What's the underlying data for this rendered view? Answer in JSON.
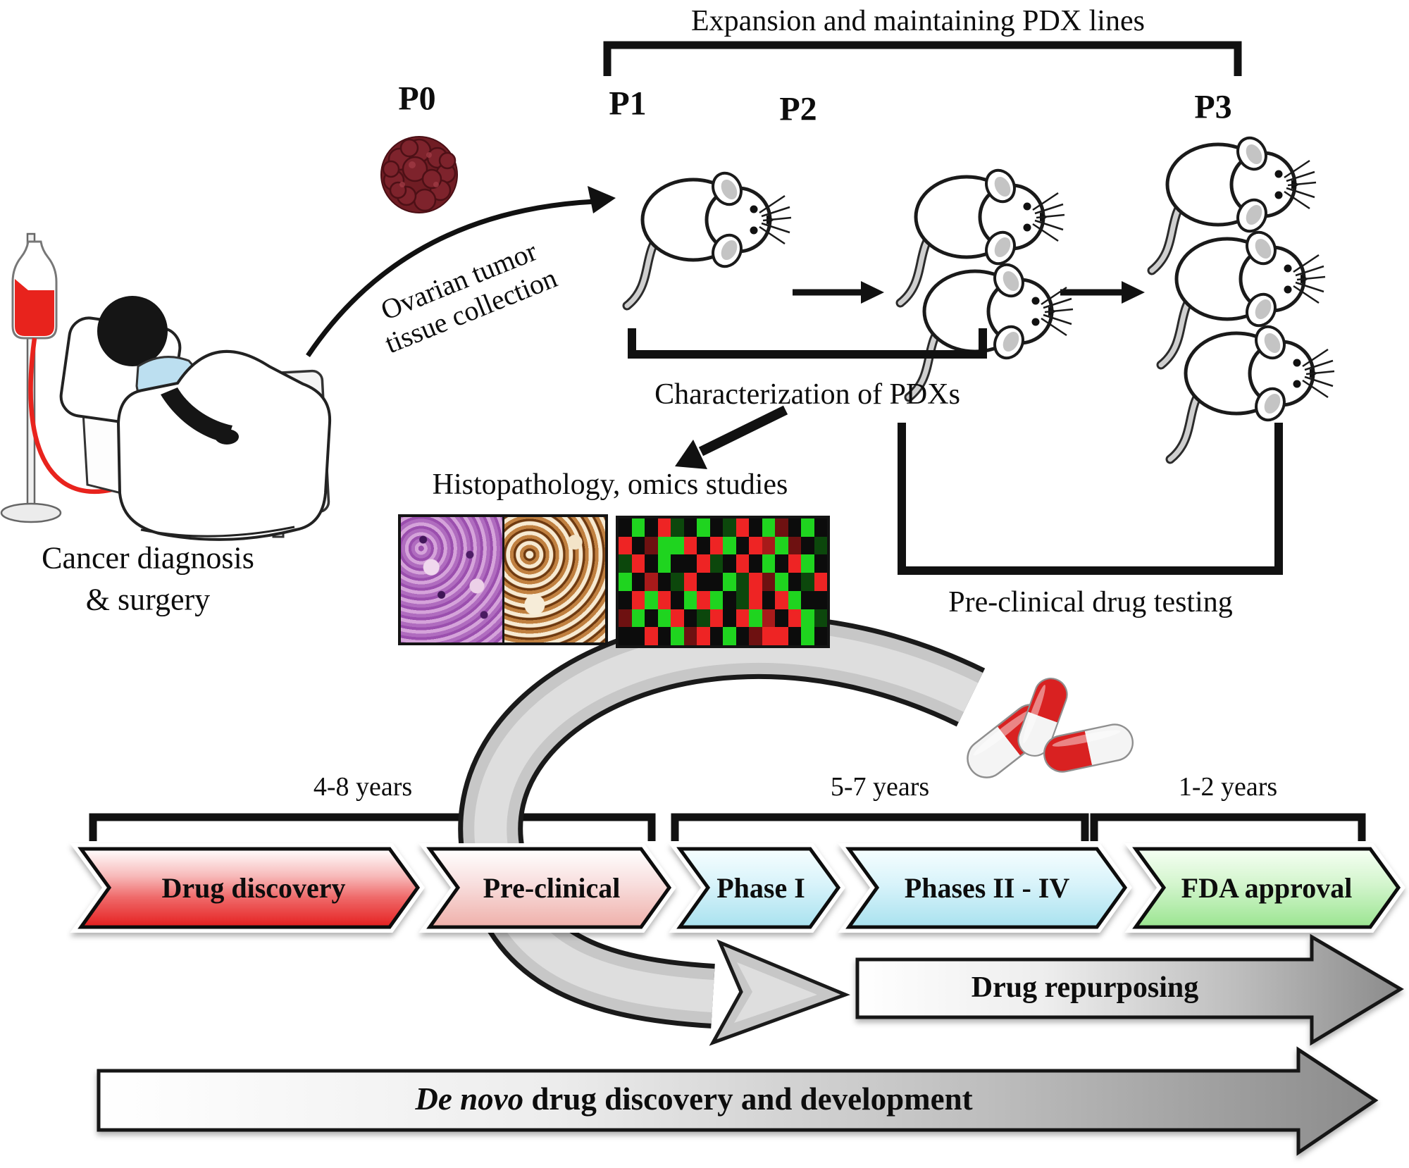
{
  "expansion_label": "Expansion and maintaining PDX lines",
  "passages": {
    "p0": "P0",
    "p1": "P1",
    "p2": "P2",
    "p3": "P3"
  },
  "mice_counts": {
    "p1": 1,
    "p2": 2,
    "p3": 3
  },
  "collection_label": {
    "line1": "Ovarian tumor",
    "line2": "tissue collection"
  },
  "patient_caption": {
    "line1": "Cancer diagnosis",
    "line2": "& surgery"
  },
  "characterization_label": "Characterization of PDXs",
  "histology_label": "Histopathology, omics studies",
  "preclinical_label": "Pre-clinical drug testing",
  "timeline": {
    "brackets": [
      {
        "label": "4-8 years"
      },
      {
        "label": "5-7 years"
      },
      {
        "label": "1-2 years"
      }
    ],
    "stages": [
      {
        "label": "Drug discovery",
        "fill_top": "#ffffff",
        "fill_bottom": "#e82020"
      },
      {
        "label": "Pre-clinical",
        "fill_top": "#ffffff",
        "fill_bottom": "#f0b3ae"
      },
      {
        "label": "Phase I",
        "fill_top": "#f3fdff",
        "fill_bottom": "#aee4f0"
      },
      {
        "label": "Phases II - IV",
        "fill_top": "#f3fdff",
        "fill_bottom": "#aee4f0"
      },
      {
        "label": "FDA approval",
        "fill_top": "#f4fff2",
        "fill_bottom": "#9fe795"
      }
    ]
  },
  "repurposing_label": "Drug repurposing",
  "denovo_label": {
    "italic": "De novo",
    "rest": " drug discovery and development"
  },
  "heatmap": {
    "palette": {
      "G": "#1fd41f",
      "g": "#0c470c",
      "R": "#ee2424",
      "r": "#6e1111",
      "K": "#0c0c0c",
      "m": "#a81a1a"
    },
    "rows": [
      "K G K R g K G K g R K G r K G K",
      "R K r G G R K R G K R m G r K g",
      "g R K G K K R g K R K G K R G K",
      "G K m K g R K K G g R r G K g R",
      "K R G R K G R G K g R K R G K K",
      "r G K G R K g R K R G m K R G g",
      "K K R K G r R K G K r R R K G K"
    ]
  },
  "colors": {
    "ink": "#111111",
    "band_gray": "#c7c7c7",
    "arrow_gray_end": "#8b8b8b",
    "blood_red": "#e8231d",
    "tumor_red": "#701d24",
    "capsule_red": "#d92121",
    "chevron_red": "#e82020",
    "chevron_pink": "#f0b3ae",
    "chevron_blue": "#aee4f0",
    "chevron_green": "#9fe795"
  }
}
